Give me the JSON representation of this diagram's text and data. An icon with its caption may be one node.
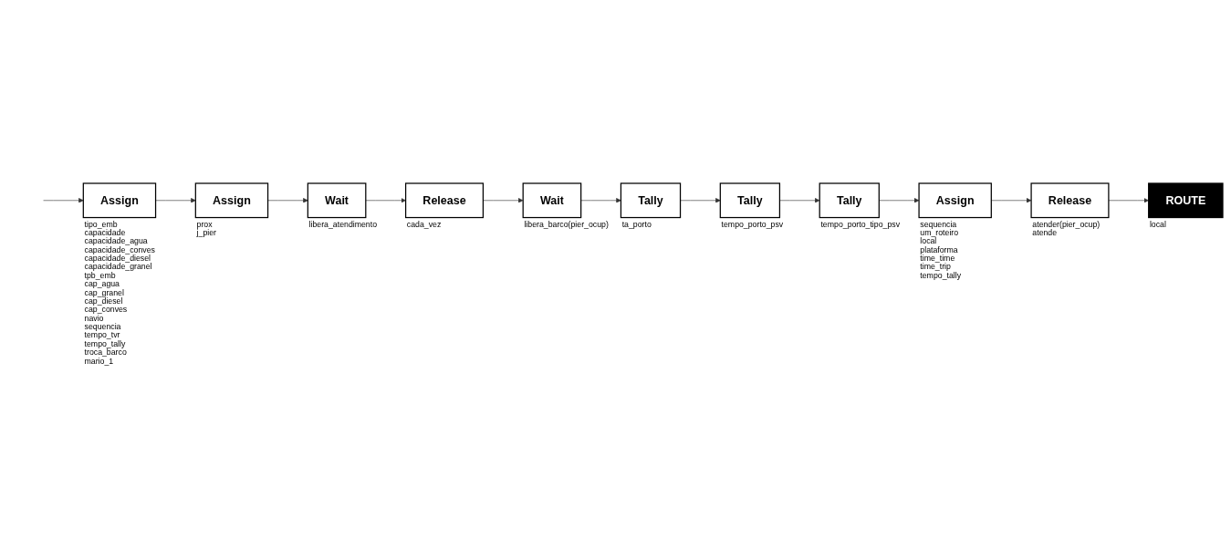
{
  "diagram": {
    "nodes": [
      {
        "text": [
          "Assign"
        ],
        "beside": [
          "tipo_emb",
          "capacidade",
          "capacidade_agua",
          "capacidade_conves",
          "capacidade_diesel",
          "capacidade_granel",
          "tpb_emb",
          "cap_agua",
          "cap_granel",
          "cap_diesel",
          "cap_conves",
          "navio",
          "sequencia",
          "tempo_tvr",
          "tempo_tally",
          "troca_barco",
          "mario_1"
        ]
      },
      {
        "text": [
          "Assign"
        ],
        "beside": [
          "prox",
          "j_pier"
        ]
      },
      {
        "text": [
          "Wait"
        ],
        "beside": [
          "libera_atendimento"
        ]
      },
      {
        "text": [
          "Release"
        ],
        "beside": [
          "cada_vez"
        ]
      },
      {
        "text": [
          "Wait"
        ],
        "beside": [
          "libera_barco(pier_ocup)"
        ]
      },
      {
        "text": [
          "Tally"
        ],
        "beside": [
          "ta_porto"
        ]
      },
      {
        "text": [
          "Tally"
        ],
        "beside": [
          "tempo_porto_psv"
        ]
      },
      {
        "text": [
          "Tally"
        ],
        "beside": [
          "tempo_porto_tipo_psv"
        ]
      },
      {
        "text": [
          "Assign"
        ],
        "beside": [
          "sequencia",
          "um_roteiro",
          "local",
          "plataforma",
          "time_time",
          "time_trip",
          "tempo_tally"
        ]
      },
      {
        "text": [
          "Release"
        ],
        "beside": [
          "atender(pier_ocup)",
          "atende"
        ]
      },
      {
        "text": [
          "ROUTE"
        ],
        "beside": [
          "local"
        ]
      }
    ],
    "edges": [
      {
        "from": null,
        "to": 0,
        "arrow": "to"
      },
      {
        "from": 0,
        "to": 1,
        "arrow": "to"
      },
      {
        "from": 1,
        "to": 2,
        "arrow": "to"
      },
      {
        "from": 2,
        "to": 3,
        "arrow": "to"
      },
      {
        "from": 3,
        "to": 4,
        "arrow": "to"
      },
      {
        "from": 4,
        "to": 5,
        "arrow": "to"
      },
      {
        "from": 5,
        "to": 6,
        "arrow": "to"
      },
      {
        "from": 6,
        "to": 7,
        "arrow": "to"
      },
      {
        "from": 7,
        "to": 8,
        "arrow": "to"
      },
      {
        "from": 8,
        "to": 9,
        "arrow": "to"
      },
      {
        "from": 9,
        "to": 10,
        "arrow": "to"
      }
    ]
  }
}
